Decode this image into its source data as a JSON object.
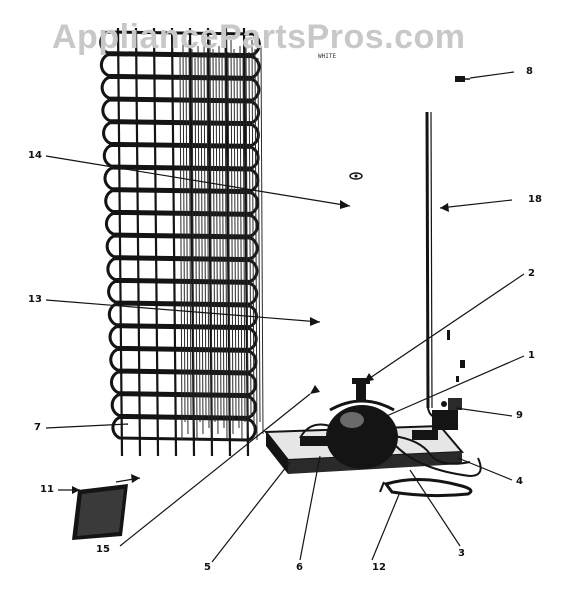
{
  "watermark": "AppliancePartsPros.com",
  "small_print": "WHITE",
  "callouts": {
    "c1": "1",
    "c2": "2",
    "c3": "3",
    "c4": "4",
    "c5": "5",
    "c6": "6",
    "c7": "7",
    "c8": "8",
    "c9": "9",
    "c11": "11",
    "c12": "12",
    "c13": "13",
    "c14": "14",
    "c15": "15",
    "c18": "18"
  },
  "colors": {
    "ink": "#141414",
    "watermark": "#c8c8c8",
    "background": "#ffffff"
  }
}
